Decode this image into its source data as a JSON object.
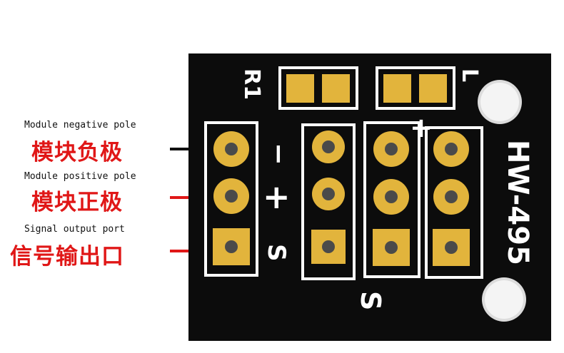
{
  "board": {
    "model": "HW-495",
    "resistor_label": "R1",
    "led_label": "L",
    "minus_mark": "−",
    "plus_mark": "+",
    "signal_mark_left": "S",
    "signal_mark_bottom": "S",
    "top_plus_mark": "+"
  },
  "annotations": [
    {
      "english": "Module negative pole",
      "chinese": "模块负极",
      "line_color": "#111111"
    },
    {
      "english": "Module positive pole",
      "chinese": "模块正极",
      "line_color": "#e01717"
    },
    {
      "english": "Signal output port",
      "chinese": "信号输出口",
      "line_color": "#e01717"
    }
  ],
  "colors": {
    "pcb": "#0c0c0c",
    "gold": "#e2b43c",
    "silkscreen": "#ffffff",
    "annotation_red": "#e01717"
  }
}
